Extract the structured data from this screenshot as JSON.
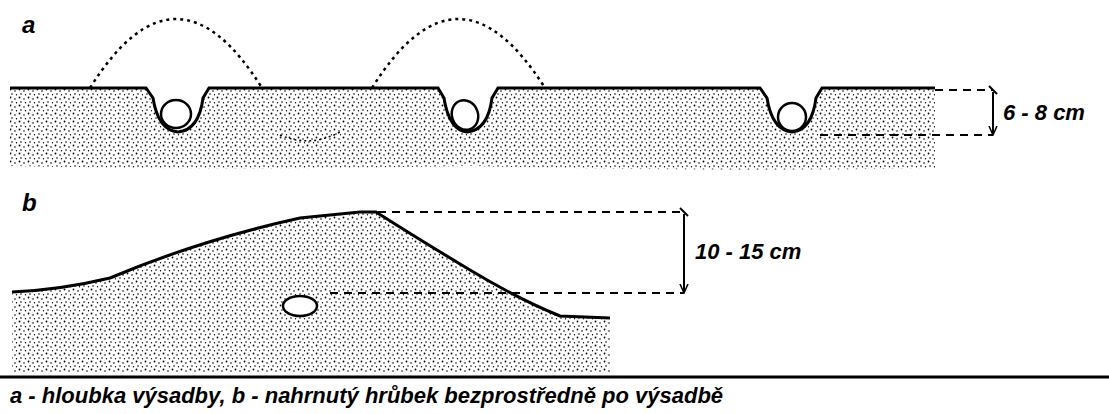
{
  "diagram": {
    "caption": "a - hloubka výsadby, b - nahrnutý hrůbek bezprostředně po výsadbě",
    "labels": [
      "a",
      "6 - 8 cm",
      "b",
      "10 - 15 cm"
    ]
  }
}
